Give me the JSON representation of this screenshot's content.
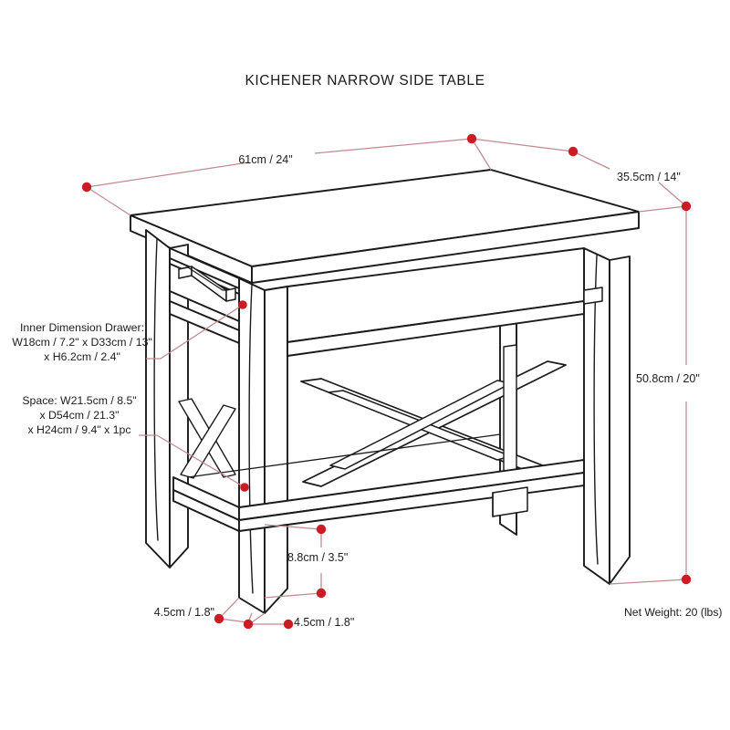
{
  "title": "KICHENER NARROW SIDE TABLE",
  "colors": {
    "line": "#1a1a1a",
    "dimension_line": "#c08a8e",
    "dimension_dot": "#cc1b22",
    "text": "#1c1c1c",
    "background": "#ffffff"
  },
  "dimensions": {
    "width": "61cm / 24\"",
    "depth": "35.5cm / 14\"",
    "height": "50.8cm / 20\"",
    "shelf_clearance": "8.8cm / 3.5\"",
    "leg_width_left": "4.5cm / 1.8\"",
    "leg_width_front": "4.5cm / 1.8\""
  },
  "callouts": {
    "drawer": {
      "line1": "Inner Dimension Drawer:",
      "line2": "W18cm / 7.2\" x D33cm / 13\"",
      "line3": "x H6.2cm / 2.4\""
    },
    "space": {
      "line1": "Space: W21.5cm / 8.5\"",
      "line2": "x D54cm / 21.3\"",
      "line3": "x H24cm / 9.4\" x 1pc"
    }
  },
  "net_weight": "Net Weight: 20 (lbs)"
}
